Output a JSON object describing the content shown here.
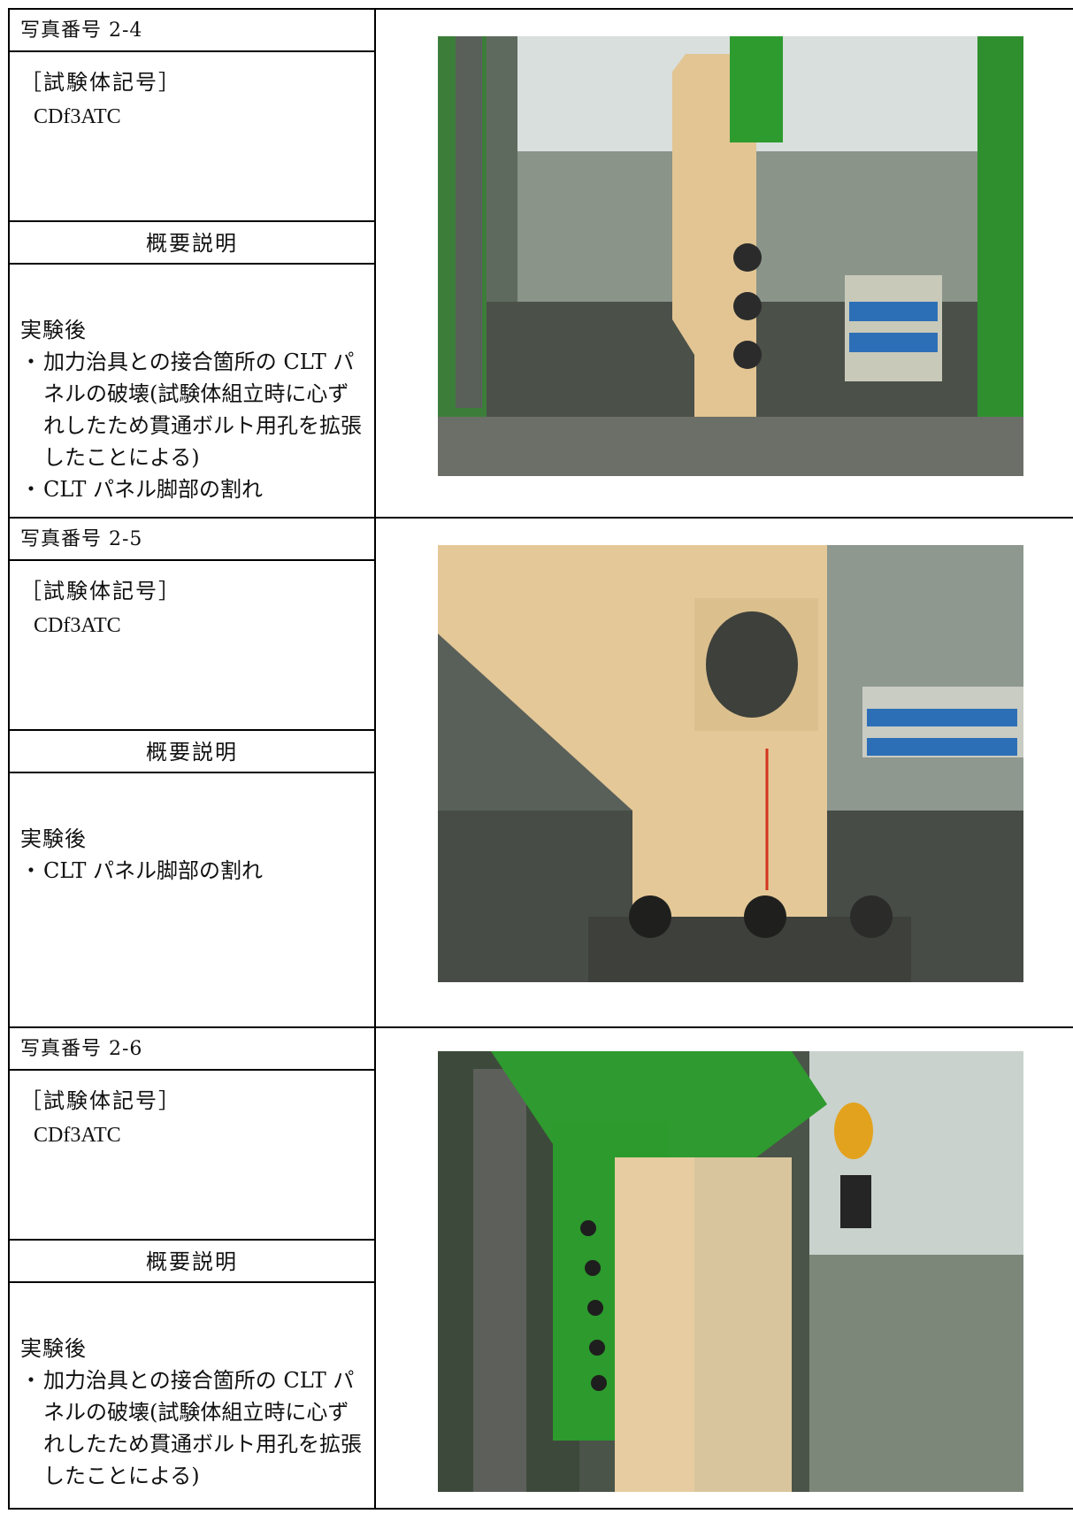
{
  "entries": [
    {
      "photo_number": "写真番号 2-4",
      "specimen_label": "［試験体記号］",
      "specimen_value": "CDf3ATC",
      "summary_heading": "概要説明",
      "desc_title": "実験後",
      "bullet_mark": "・",
      "bullets": [
        "加力治具との接合箇所の CLT パネルの破壊(試験体組立時に心ずれしたため貫通ボルト用孔を拡張したことによる)",
        "CLT パネル脚部の割れ"
      ]
    },
    {
      "photo_number": "写真番号 2-5",
      "specimen_label": "［試験体記号］",
      "specimen_value": "CDf3ATC",
      "summary_heading": "概要説明",
      "desc_title": "実験後",
      "bullet_mark": "・",
      "bullets": [
        "CLT パネル脚部の割れ"
      ]
    },
    {
      "photo_number": "写真番号 2-6",
      "specimen_label": "［試験体記号］",
      "specimen_value": "CDf3ATC",
      "summary_heading": "概要説明",
      "desc_title": "実験後",
      "bullet_mark": "・",
      "bullets": [
        "加力治具との接合箇所の CLT パネルの破壊(試験体組立時に心ずれしたため貫通ボルト用孔を拡張したことによる)"
      ]
    }
  ]
}
